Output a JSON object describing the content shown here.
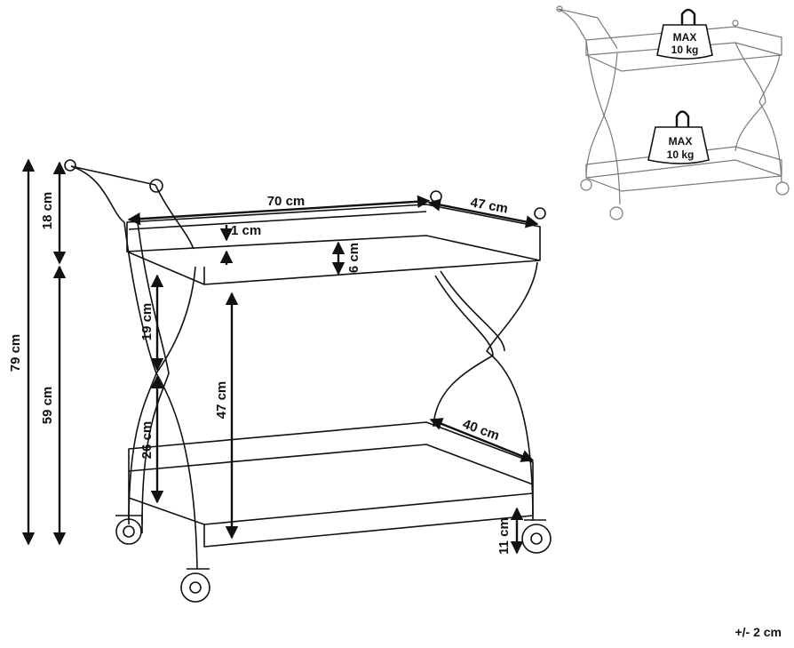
{
  "dimensions": {
    "total_height": "79 cm",
    "handle_height": "18 cm",
    "body_height": "59 cm",
    "leg_upper": "19 cm",
    "leg_lower": "26 cm",
    "shelf_gap": "47 cm",
    "top_width": "70 cm",
    "top_depth": "47 cm",
    "rim_small": "1 cm",
    "rim_height": "6 cm",
    "bottom_depth": "40 cm",
    "ground_clearance": "11 cm"
  },
  "load": {
    "top": {
      "line1": "MAX",
      "line2": "10 kg"
    },
    "bottom": {
      "line1": "MAX",
      "line2": "10 kg"
    }
  },
  "tolerance": "+/- 2 cm",
  "colors": {
    "line": "#111111",
    "thumb_line": "#7a7a7a"
  }
}
